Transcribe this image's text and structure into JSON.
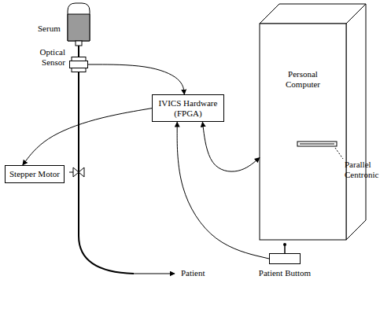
{
  "diagram": {
    "nodes": [
      {
        "text": [
          "Optical Sensor"
        ]
      },
      {
        "text": [
          "IVICS Hardware (FPGA)"
        ]
      },
      {
        "text": [
          "Stepper Motor"
        ]
      },
      {
        "text": [
          "Personal Computer"
        ]
      },
      {
        "text": [
          "Patient Buttom"
        ]
      }
    ],
    "edges": [
      {
        "from": 0,
        "to": 1,
        "arrow": "to"
      },
      {
        "from": 1,
        "to": 2,
        "arrow": "to"
      },
      {
        "from": 1,
        "to": 3,
        "arrow": "both"
      },
      {
        "from": 4,
        "to": 1,
        "arrow": "to"
      }
    ],
    "labels": [
      "Serum",
      "Parallel Centronic",
      "Patient"
    ]
  }
}
